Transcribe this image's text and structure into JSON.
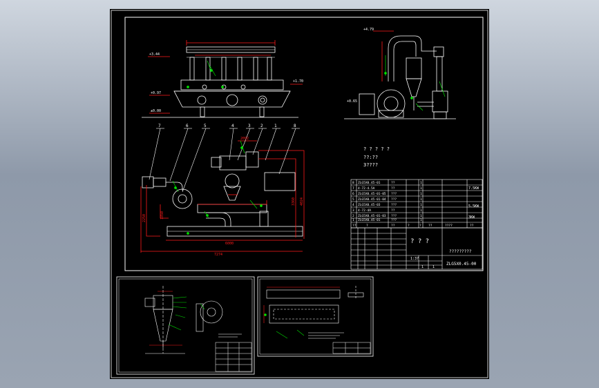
{
  "colors": {
    "background_top": "#cfd6df",
    "background_bottom": "#8e99a9",
    "sheet": "#000000",
    "frame": "#ffffff",
    "dimension": "#ff1a1a",
    "leader": "#00e000",
    "equipment": "#ffffff",
    "text": "#ffffff"
  },
  "elevations": {
    "top_left": "+3.44",
    "left_mid": "+0.97",
    "left_bottom": "±0.00",
    "right_mid": "+1.70",
    "cyclone_top": "+4.79",
    "cyclone_left": "+0.65"
  },
  "plan_view": {
    "callouts": [
      "7",
      "6",
      "5",
      "4",
      "3",
      "2",
      "1",
      "8"
    ],
    "dims": {
      "width_total": "7274",
      "bed_length": "6000",
      "vertical_a": "2250",
      "vertical_b": "1850",
      "right_a": "3360",
      "right_b": "4024",
      "top_small": "2092"
    }
  },
  "notes": {
    "line1": "? ? ? ? ?",
    "line2": "??:??",
    "line3": "3????"
  },
  "parts_list": {
    "voltage_top": "7.5KW",
    "voltage_mid": "5.5KW",
    "voltage_low": "3KW",
    "rows": [
      {
        "no": "8",
        "code": "ZLG5X0.45-01",
        "qty": "1",
        "mat": "??"
      },
      {
        "no": "7",
        "code": "4-72-4.5A",
        "qty": "1",
        "mat": "??"
      },
      {
        "no": "6",
        "code": "ZLG5X0.45-01-05",
        "qty": "1",
        "mat": "???"
      },
      {
        "no": "5",
        "code": "ZLG5X0.45-01-04",
        "qty": "1",
        "mat": "???"
      },
      {
        "no": "4",
        "code": "ZLG5X0.45-03",
        "qty": "1",
        "mat": "???"
      },
      {
        "no": "3",
        "code": "4-72-4A",
        "qty": "1",
        "mat": "??"
      },
      {
        "no": "2",
        "code": "ZLG5X0.45-01-03",
        "qty": "1",
        "mat": "???"
      },
      {
        "no": "1",
        "code": "ZLG5X0.45-01",
        "qty": "1",
        "mat": "???"
      }
    ],
    "header": [
      "??",
      "?",
      "??",
      "?",
      "?",
      "??",
      "????",
      "??"
    ]
  },
  "title_block": {
    "title_marks": "? ? ?",
    "company": "?????????",
    "drawing_no": "ZLG5X0.45-00",
    "scale": "1:37",
    "sheet": "1",
    "sheets": "1"
  }
}
